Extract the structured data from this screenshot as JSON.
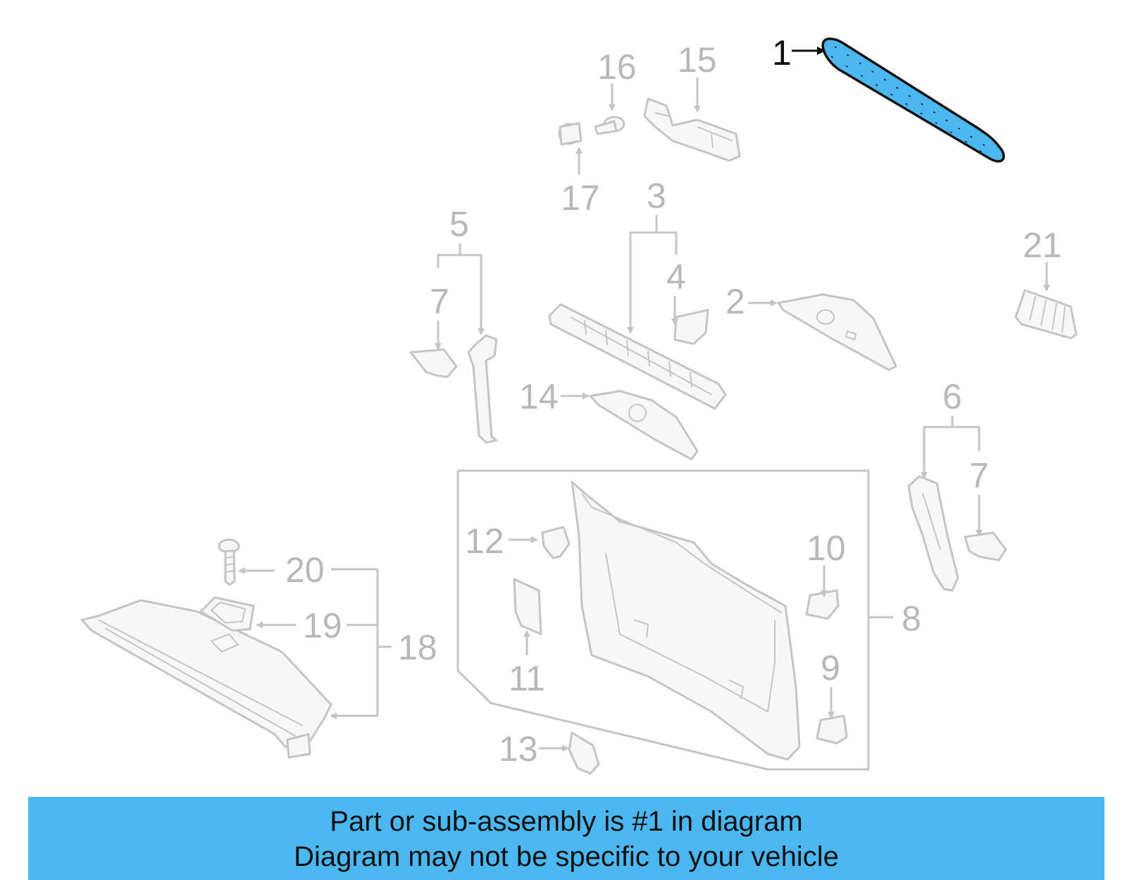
{
  "diagram": {
    "highlight_color": "#4bb8f2",
    "callouts": {
      "c1": "1",
      "c2": "2",
      "c3": "3",
      "c4": "4",
      "c5": "5",
      "c6": "6",
      "c7a": "7",
      "c7b": "7",
      "c8": "8",
      "c9": "9",
      "c10": "10",
      "c11": "11",
      "c12": "12",
      "c13": "13",
      "c14": "14",
      "c15": "15",
      "c16": "16",
      "c17": "17",
      "c18": "18",
      "c19": "19",
      "c20": "20",
      "c21": "21"
    }
  },
  "banner": {
    "line1": "Part or sub-assembly is #1 in diagram",
    "line2": "Diagram may not be specific to your vehicle",
    "color": "#4bb8f2"
  }
}
